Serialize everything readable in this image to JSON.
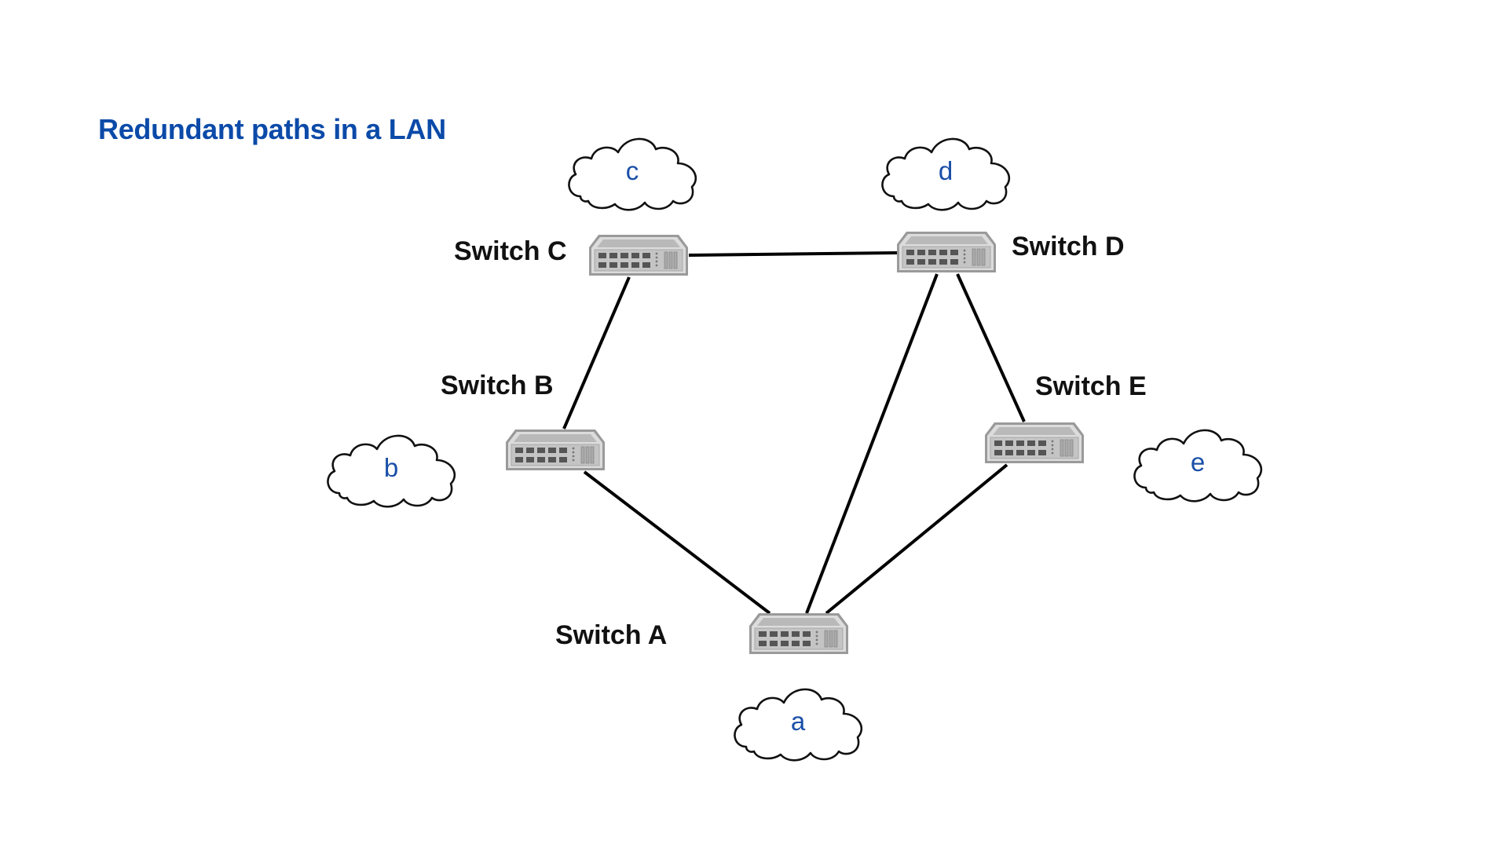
{
  "title": "Redundant paths in a LAN",
  "colors": {
    "title": "#0b4aa8",
    "cloud_label": "#1a4fa8",
    "link": "#000000",
    "switch_body": "#c9c9c9",
    "switch_outline": "#8a8a8a",
    "switch_port": "#555555"
  },
  "switches": [
    {
      "id": "A",
      "label": "Switch A",
      "icon": "network-switch-icon"
    },
    {
      "id": "B",
      "label": "Switch B",
      "icon": "network-switch-icon"
    },
    {
      "id": "C",
      "label": "Switch C",
      "icon": "network-switch-icon"
    },
    {
      "id": "D",
      "label": "Switch D",
      "icon": "network-switch-icon"
    },
    {
      "id": "E",
      "label": "Switch E",
      "icon": "network-switch-icon"
    }
  ],
  "segments": [
    {
      "id": "a",
      "label": "a",
      "icon": "cloud-icon",
      "attached_to": "A"
    },
    {
      "id": "b",
      "label": "b",
      "icon": "cloud-icon",
      "attached_to": "B"
    },
    {
      "id": "c",
      "label": "c",
      "icon": "cloud-icon",
      "attached_to": "C"
    },
    {
      "id": "d",
      "label": "d",
      "icon": "cloud-icon",
      "attached_to": "D"
    },
    {
      "id": "e",
      "label": "e",
      "icon": "cloud-icon",
      "attached_to": "E"
    }
  ],
  "links": [
    {
      "from": "C",
      "to": "D"
    },
    {
      "from": "C",
      "to": "B"
    },
    {
      "from": "B",
      "to": "A"
    },
    {
      "from": "D",
      "to": "A"
    },
    {
      "from": "D",
      "to": "E"
    },
    {
      "from": "E",
      "to": "A"
    }
  ]
}
